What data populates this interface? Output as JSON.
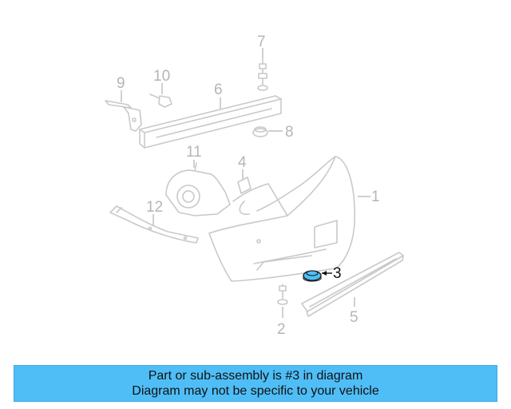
{
  "diagram": {
    "highlight_color": "#4fbef7",
    "callouts": {
      "c1": "1",
      "c2": "2",
      "c3": "3",
      "c4": "4",
      "c5": "5",
      "c6": "6",
      "c7": "7",
      "c8": "8",
      "c9": "9",
      "c10": "10",
      "c11": "11",
      "c12": "12"
    }
  },
  "banner": {
    "line1": "Part or sub-assembly is #3 in diagram",
    "line2": "Diagram may not be specific to your vehicle",
    "background": "#4fbef7"
  }
}
